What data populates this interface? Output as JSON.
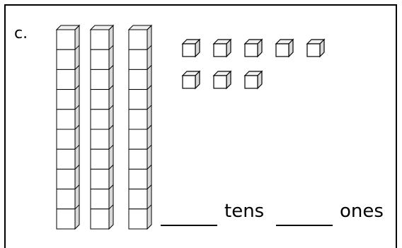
{
  "problem": {
    "label": "c.",
    "tens_rods": 3,
    "ones_cubes": 8,
    "answer": {
      "blank_tens": "",
      "tens_label": "tens",
      "blank_ones": "",
      "ones_label": "ones"
    }
  }
}
